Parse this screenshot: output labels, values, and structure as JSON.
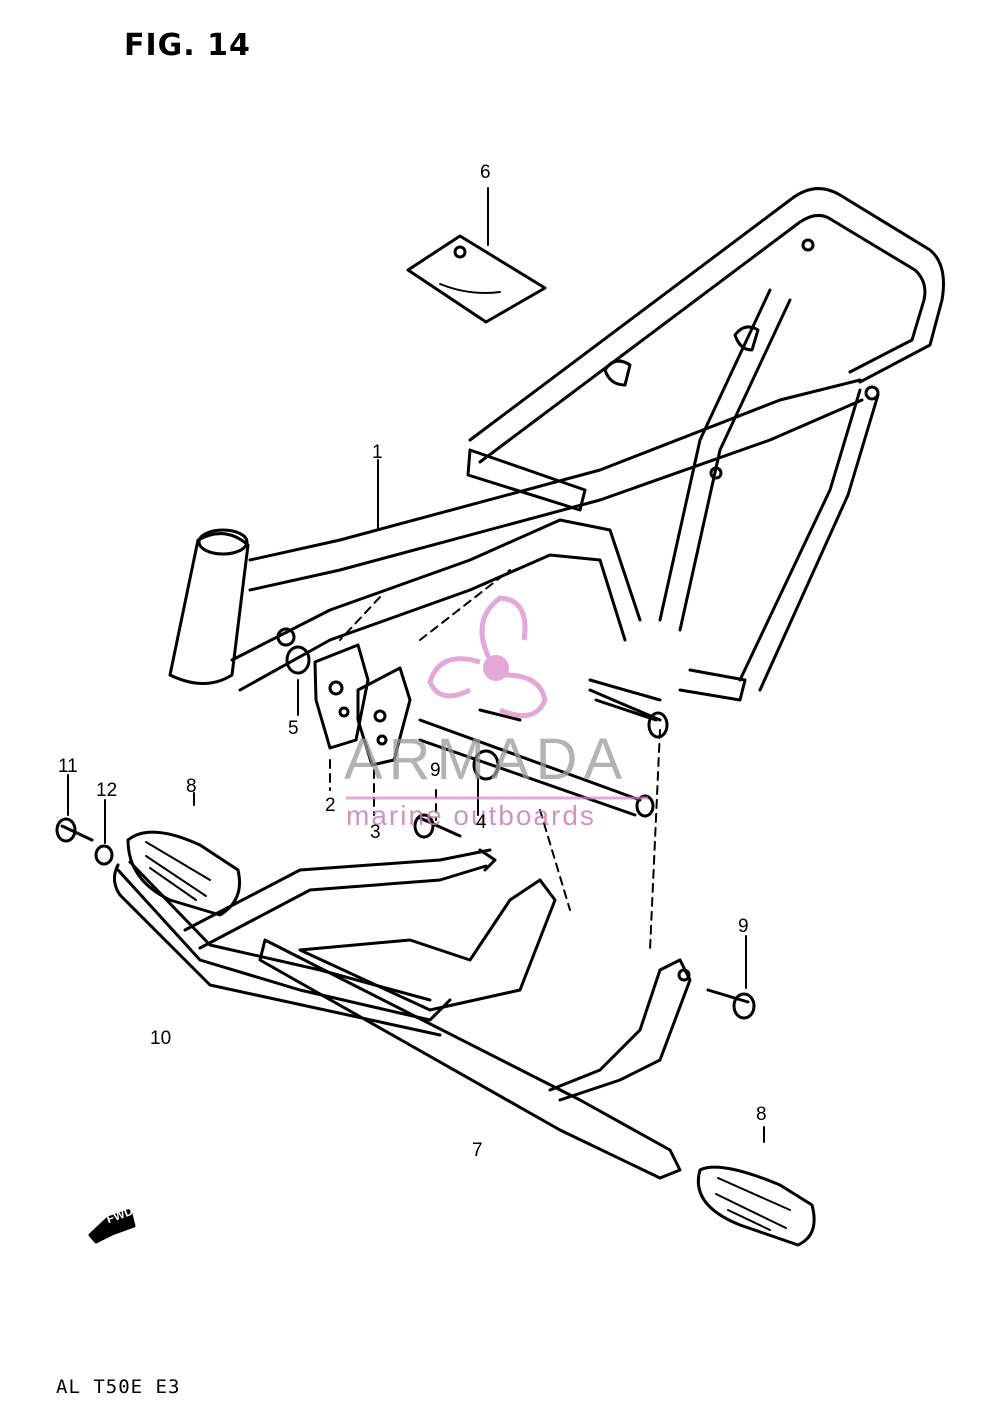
{
  "title": "FIG. 14",
  "footer_code": "AL T50E E3",
  "watermark": {
    "brand": "ARMADA",
    "tagline": "marine outboards",
    "accent_color": "#d884c4"
  },
  "callouts": {
    "c1": "1",
    "c2": "2",
    "c3": "3",
    "c4": "4",
    "c5": "5",
    "c6": "6",
    "c7": "7",
    "c8a": "8",
    "c8b": "8",
    "c9a": "9",
    "c9b": "9",
    "c10": "10",
    "c11": "11",
    "c12": "12"
  },
  "fwd_label": "FWD"
}
